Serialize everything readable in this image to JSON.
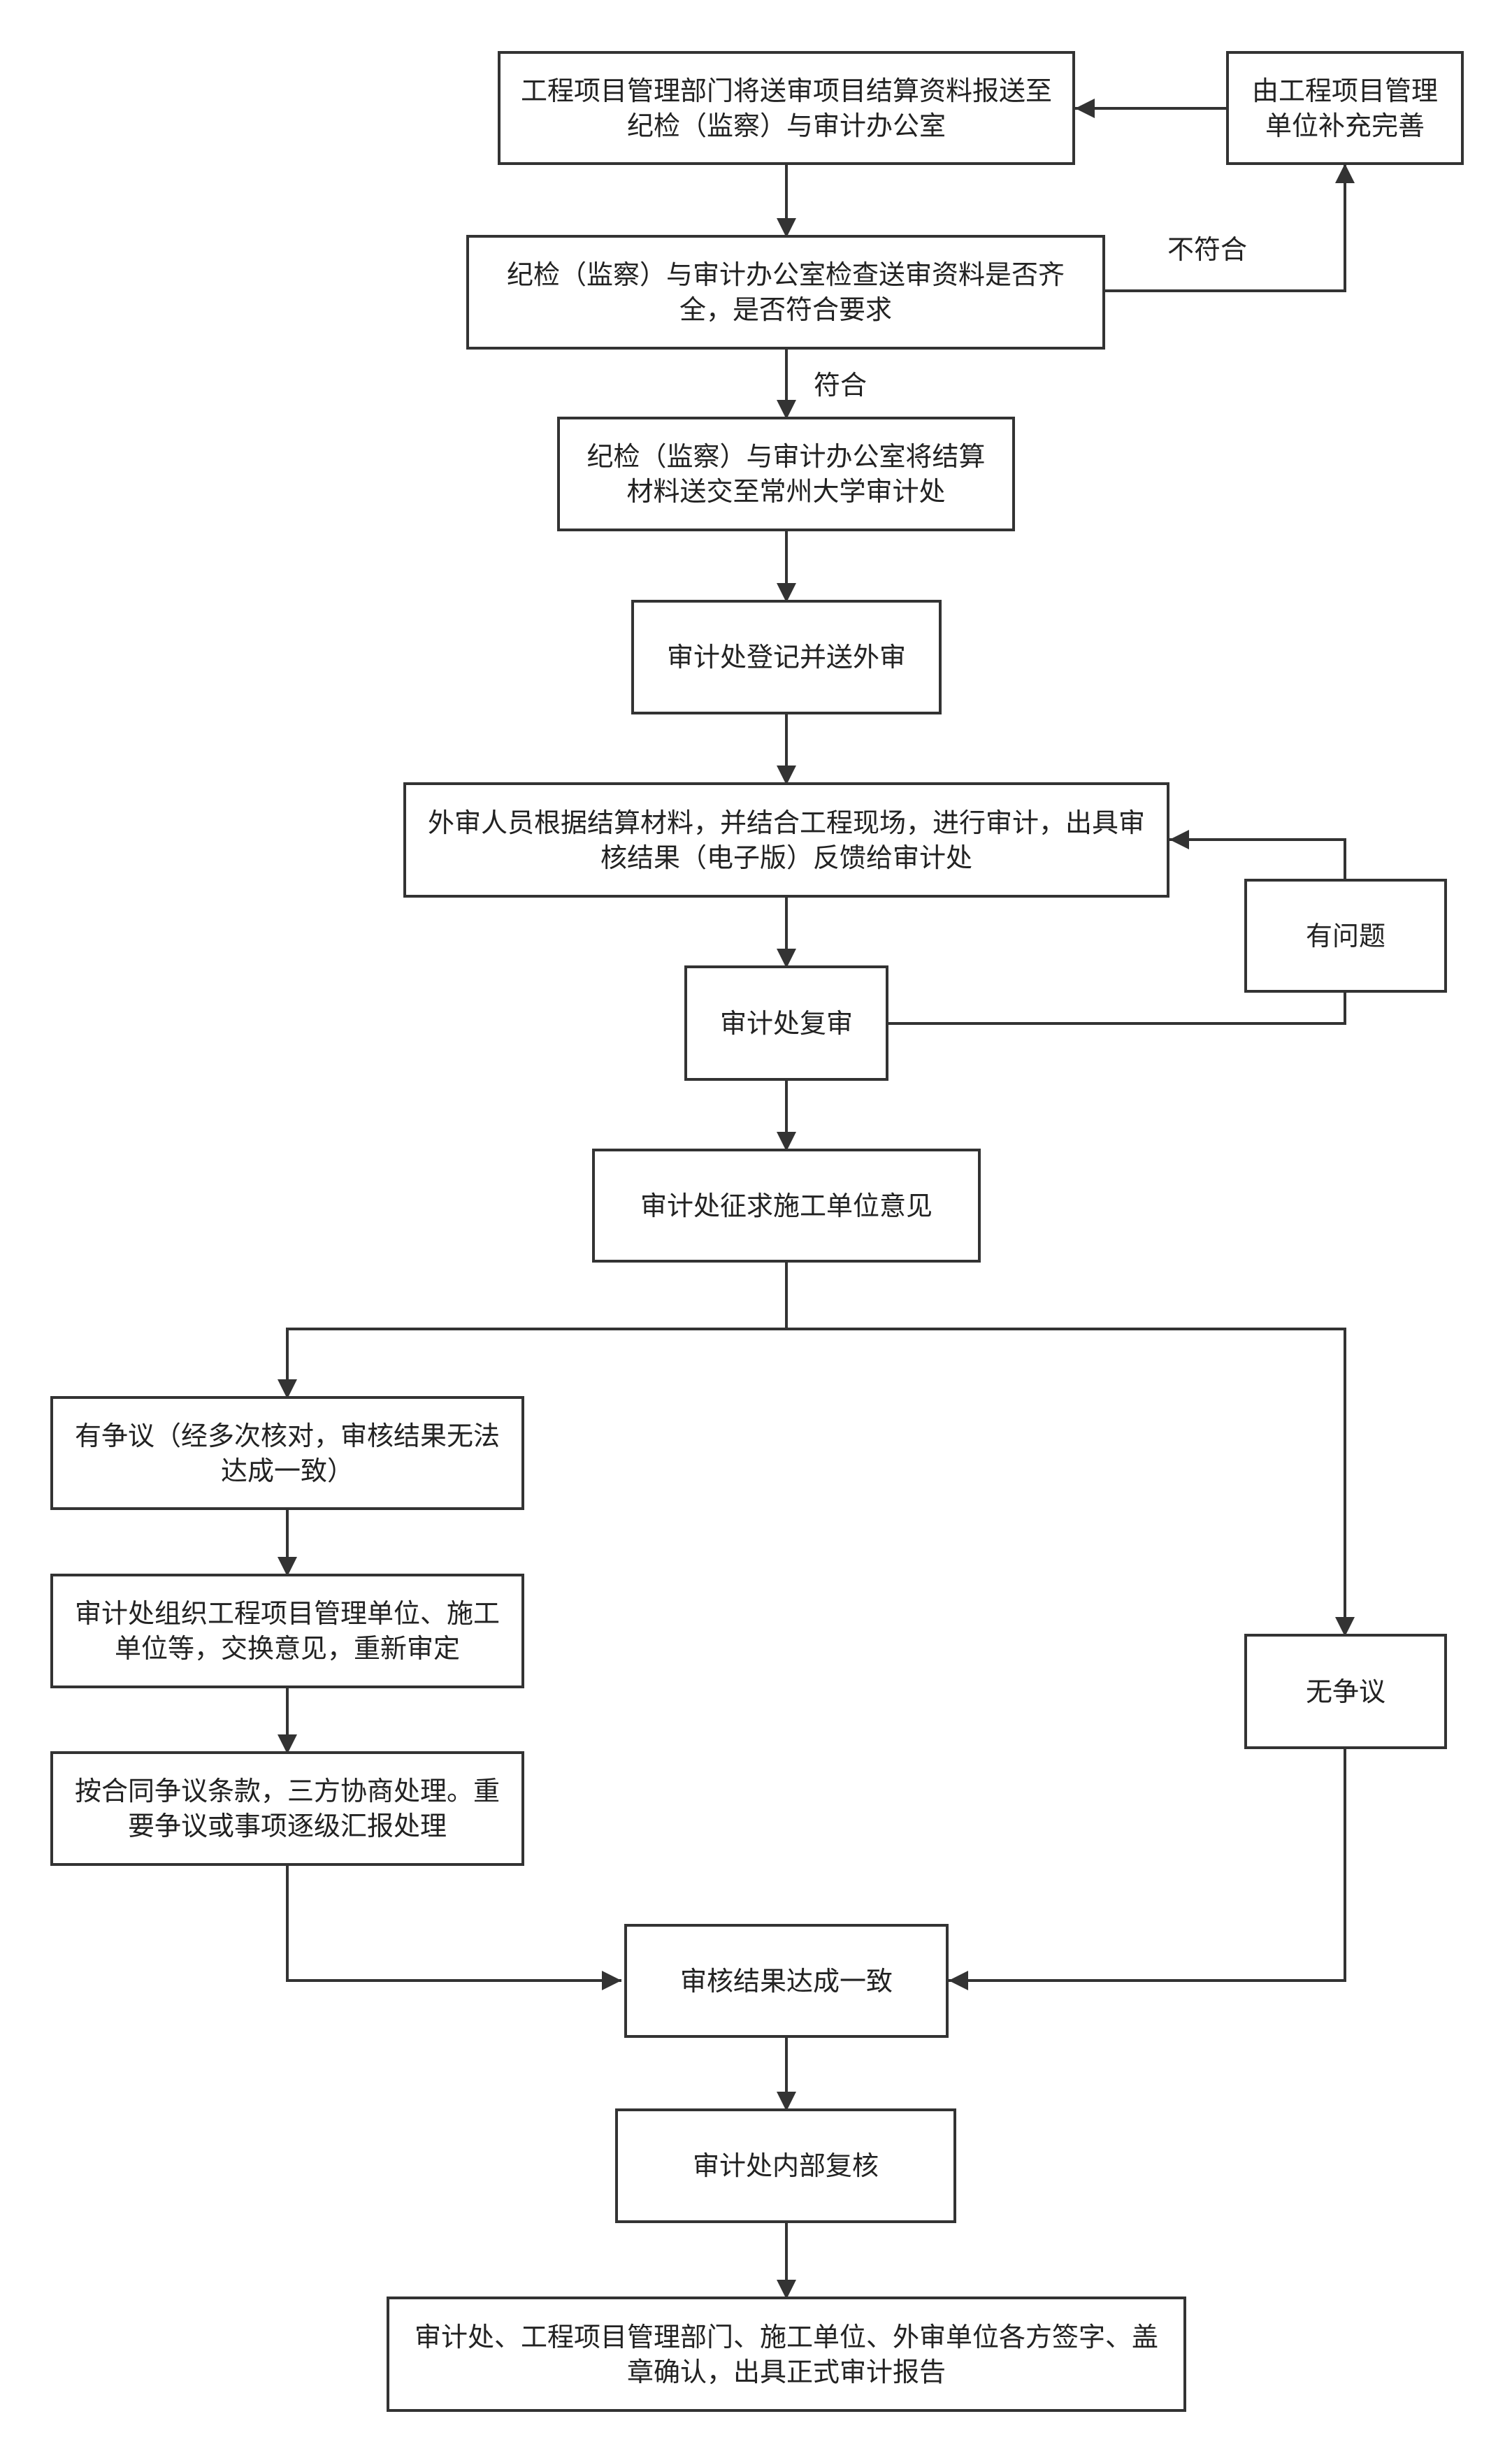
{
  "nodes": {
    "n1": "工程项目管理部门将送审项目结算资料报送至纪检（监察）与审计办公室",
    "n2": "由工程项目管理单位补充完善",
    "n3": "纪检（监察）与审计办公室检查送审资料是否齐全，是否符合要求",
    "n4": "纪检（监察）与审计办公室将结算材料送交至常州大学审计处",
    "n5": "审计处登记并送外审",
    "n6": "外审人员根据结算材料，并结合工程现场，进行审计，出具审核结果（电子版）反馈给审计处",
    "n7": "有问题",
    "n8": "审计处复审",
    "n9": "审计处征求施工单位意见",
    "n10": "有争议（经多次核对，审核结果无法达成一致）",
    "n11": "审计处组织工程项目管理单位、施工单位等，交换意见，重新审定",
    "n12": "按合同争议条款，三方协商处理。重要争议或事项逐级汇报处理",
    "n13": "无争议",
    "n14": "审核结果达成一致",
    "n15": "审计处内部复核",
    "n16": "审计处、工程项目管理部门、施工单位、外审单位各方签字、盖章确认，出具正式审计报告"
  },
  "edge_labels": {
    "not_conform": "不符合",
    "conform": "符合"
  },
  "colors": {
    "stroke": "#333333",
    "text": "#222222",
    "background": "#ffffff"
  }
}
